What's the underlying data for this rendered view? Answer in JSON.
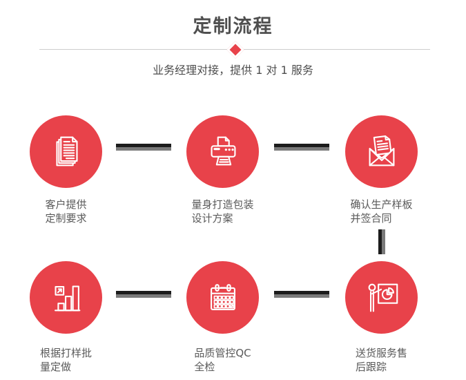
{
  "header": {
    "title": "定制流程",
    "subtitle": "业务经理对接，提供 1 对 1 服务"
  },
  "colors": {
    "accent-red": "#e8424a",
    "connector-dark": "#1c1c1c",
    "connector-gray": "#7a7a7a",
    "divider-gray": "#cccccc",
    "title-gray": "#4f4f4f",
    "label-gray": "#595959"
  },
  "steps": [
    {
      "id": "customer-requirements",
      "icon": "documents-icon",
      "label": "客户提供\n定制要求"
    },
    {
      "id": "packaging-design",
      "icon": "printer-icon",
      "label": "量身打造包装\n设计方案"
    },
    {
      "id": "sample-contract",
      "icon": "envelope-icon",
      "label": "确认生产样板\n并签合同"
    },
    {
      "id": "batch-production",
      "icon": "bar-chart-icon",
      "label": "根据打样批\n量定做"
    },
    {
      "id": "quality-control",
      "icon": "calendar-icon",
      "label": "品质管控QC\n全检"
    },
    {
      "id": "delivery-tracking",
      "icon": "presenter-icon",
      "label": "送货服务售\n后跟踪"
    }
  ]
}
